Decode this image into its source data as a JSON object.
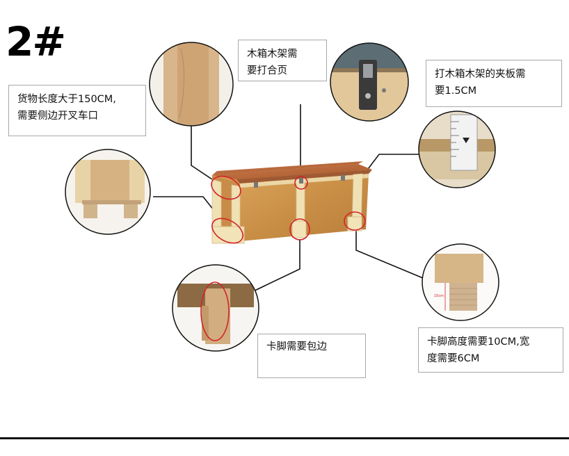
{
  "title": "2#",
  "callouts": {
    "forklift": "货物长度大于150CM,\n需要侧边开叉车口",
    "hinge": "木箱木架需\n要打合页",
    "plywood": "打木箱木架的夹板需\n要1.5CM",
    "edge": "卡脚需要包边",
    "foot_size": "卡脚高度需要10CM,宽\n度需要6CM"
  },
  "measure_label": "10cm",
  "colors": {
    "wood_light": "#e2c58c",
    "wood_mid": "#c8924c",
    "lid": "#b86a3a",
    "highlight_ring": "#d2232a",
    "leader_line": "#111111"
  }
}
